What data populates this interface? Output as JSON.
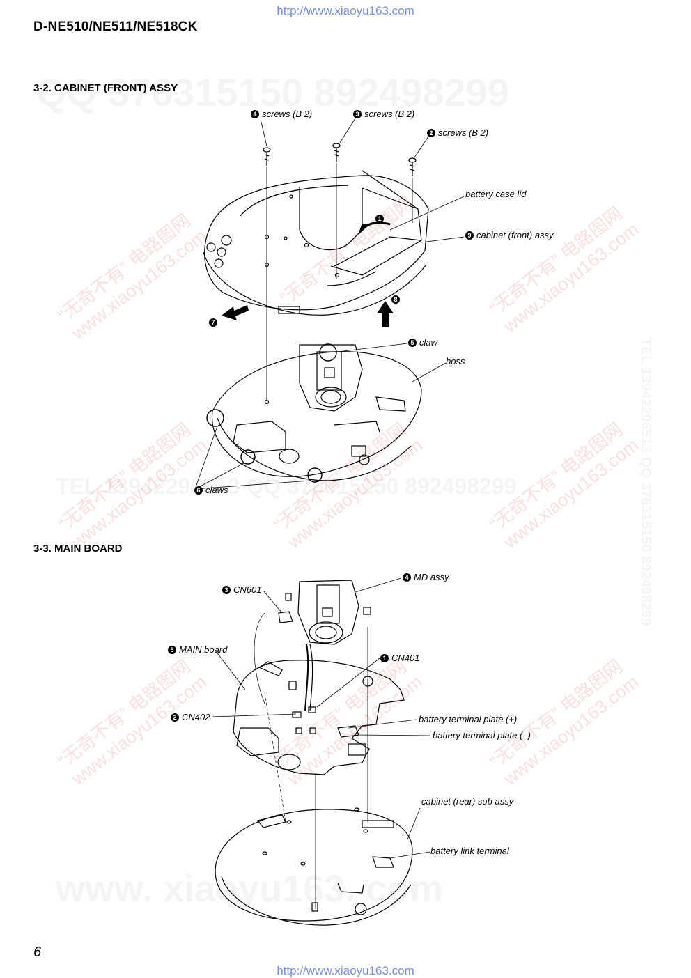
{
  "header": {
    "url_top": "http://www.xiaoyu163.com",
    "model": "D-NE510/NE511/NE518CK"
  },
  "section1": {
    "title": "3-2. CABINET (FRONT) ASSY",
    "labels": {
      "l1": {
        "num": "4",
        "text": "screws (B 2)"
      },
      "l2": {
        "num": "3",
        "text": "screws (B 2)"
      },
      "l3": {
        "num": "2",
        "text": "screws (B 2)"
      },
      "l4": {
        "num": "",
        "text": "battery case lid"
      },
      "l5": {
        "num": "1",
        "text": ""
      },
      "l6": {
        "num": "9",
        "text": "cabinet (front) assy"
      },
      "l7": {
        "num": "8",
        "text": ""
      },
      "l8": {
        "num": "7",
        "text": ""
      },
      "l9": {
        "num": "5",
        "text": "claw"
      },
      "l10": {
        "num": "",
        "text": "boss"
      },
      "l11": {
        "num": "6",
        "text": "claws"
      }
    }
  },
  "section2": {
    "title": "3-3. MAIN BOARD",
    "labels": {
      "m1": {
        "num": "4",
        "text": "MD assy"
      },
      "m2": {
        "num": "3",
        "text": "CN601"
      },
      "m3": {
        "num": "5",
        "text": "MAIN board"
      },
      "m4": {
        "num": "1",
        "text": "CN401"
      },
      "m5": {
        "num": "2",
        "text": "CN402"
      },
      "m6": {
        "num": "",
        "text": "battery terminal plate (+)"
      },
      "m7": {
        "num": "",
        "text": "battery terminal plate (–)"
      },
      "m8": {
        "num": "",
        "text": "cabinet (rear) sub assy"
      },
      "m9": {
        "num": "",
        "text": "battery link terminal"
      }
    }
  },
  "watermarks": {
    "qq": "QQ 376315150   892498299",
    "tel": "TEL 13942296513   QQ 376315150   892498299",
    "www": "www. xiaoyu163. com",
    "side": "TEL 13942296513 QQ 376315150 892498299",
    "cn1": "“无奇不有” 电路图网",
    "cn2": "www.xiaoyu163.com"
  },
  "footer": {
    "page_number": "6",
    "url_bottom": "http://www.xiaoyu163.com"
  }
}
